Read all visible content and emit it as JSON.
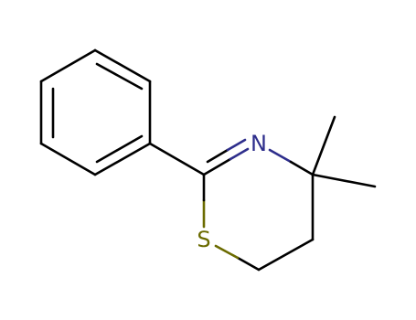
{
  "molecule": {
    "atoms": [
      {
        "id": "N",
        "label": "N",
        "color": "#2e2e8c"
      },
      {
        "id": "S",
        "label": "S",
        "color": "#6b6b00"
      }
    ],
    "colors": {
      "bond": "#000000",
      "nitrogen": "#2e2e8c",
      "sulfur": "#6b6b00"
    }
  }
}
